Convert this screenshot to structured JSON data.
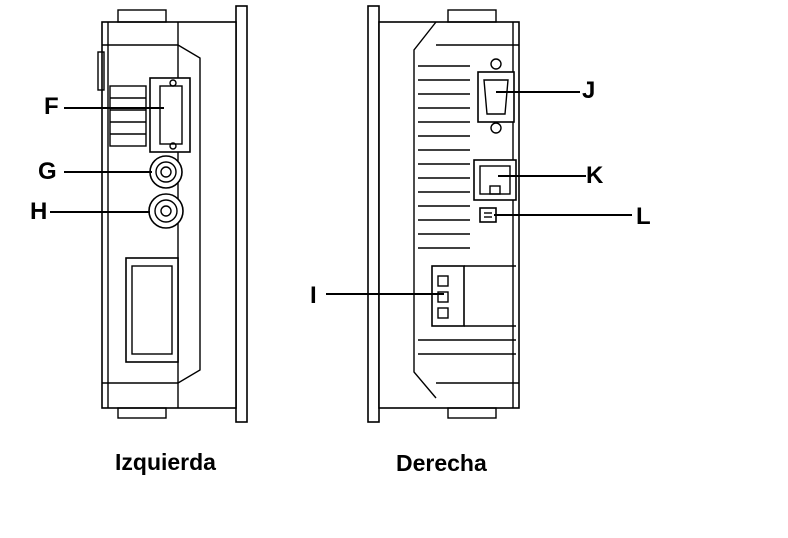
{
  "views": {
    "left": {
      "caption": "Izquierda"
    },
    "right": {
      "caption": "Derecha"
    }
  },
  "callouts": {
    "F": "F",
    "G": "G",
    "H": "H",
    "I": "I",
    "J": "J",
    "K": "K",
    "L": "L"
  }
}
